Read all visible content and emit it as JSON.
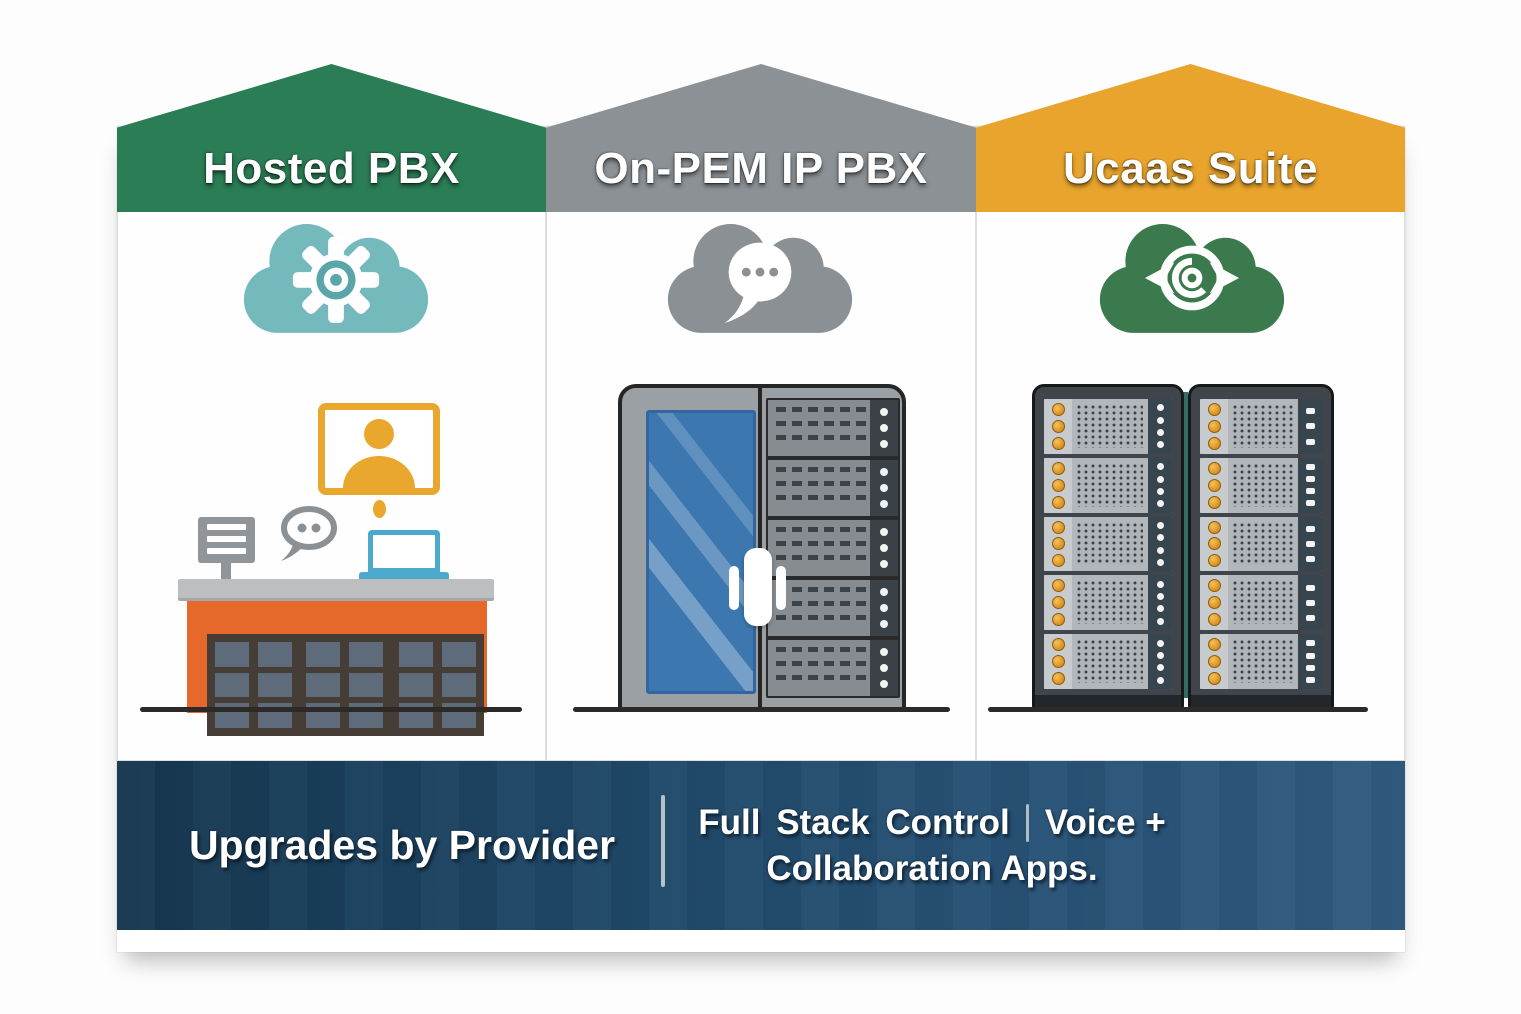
{
  "columns": [
    {
      "title": "Hosted PBX",
      "banner_color": "#2a7d55",
      "cloud_color": "#74b9bc",
      "cloud_icon": "gear-icon",
      "illustration": "office-building-with-devices"
    },
    {
      "title": "On-PEM IP PBX",
      "banner_color": "#8b9195",
      "cloud_color": "#8a9093",
      "cloud_icon": "chat-bubble-icon",
      "illustration": "server-cabinet-with-glass-door"
    },
    {
      "title": "Ucaas Suite",
      "banner_color": "#e8a42c",
      "cloud_color": "#3b7a4c",
      "cloud_icon": "sync-icon",
      "illustration": "dual-server-racks"
    }
  ],
  "footer": {
    "bar_color": "#1d4564",
    "left_label": "Upgrades by Provider",
    "right_group": {
      "first": "Full Stack Control",
      "second_line1": "Voice +",
      "second_line2": "Collaboration Apps."
    }
  },
  "accent_colors": {
    "building_orange": "#e7682b",
    "glass_blue": "#3c77b0",
    "led_amber": "#d98f1c",
    "laptop_blue": "#4aa9cd",
    "video_frame_orange": "#eaa72e",
    "ground_line": "#2c2926"
  }
}
